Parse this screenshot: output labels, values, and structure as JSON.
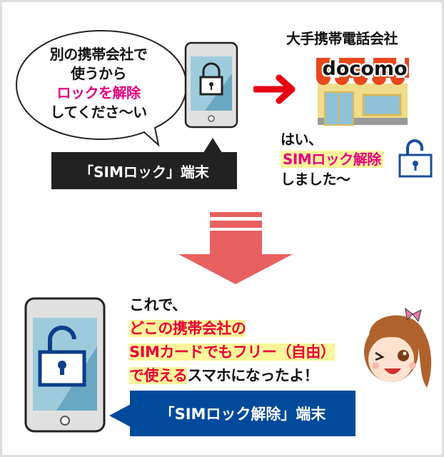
{
  "top": {
    "speech_lines": [
      "別の携帯会社で",
      "使うから",
      "ロックを解除",
      "してくださ〜い"
    ],
    "locked_label": "「SIMロック」端末",
    "carrier_title": "大手携帯電話会社",
    "store_brand": "docomo",
    "reply_lines": [
      "はい、",
      "SIMロック解除",
      "しました〜"
    ]
  },
  "bottom": {
    "line1": "これで、",
    "line2": "どこの携帯会社の",
    "line3": "SIMカードでもフリー（自由）",
    "line4_highlight": "で使える",
    "line4_rest": "スマホになったよ！",
    "unlocked_label": "「SIMロック解除」端末"
  },
  "colors": {
    "pink": "#e4007f",
    "red": "#e60012",
    "arrow": "#e86060",
    "blue": "#004a9c",
    "highlight": "#fff59a"
  }
}
